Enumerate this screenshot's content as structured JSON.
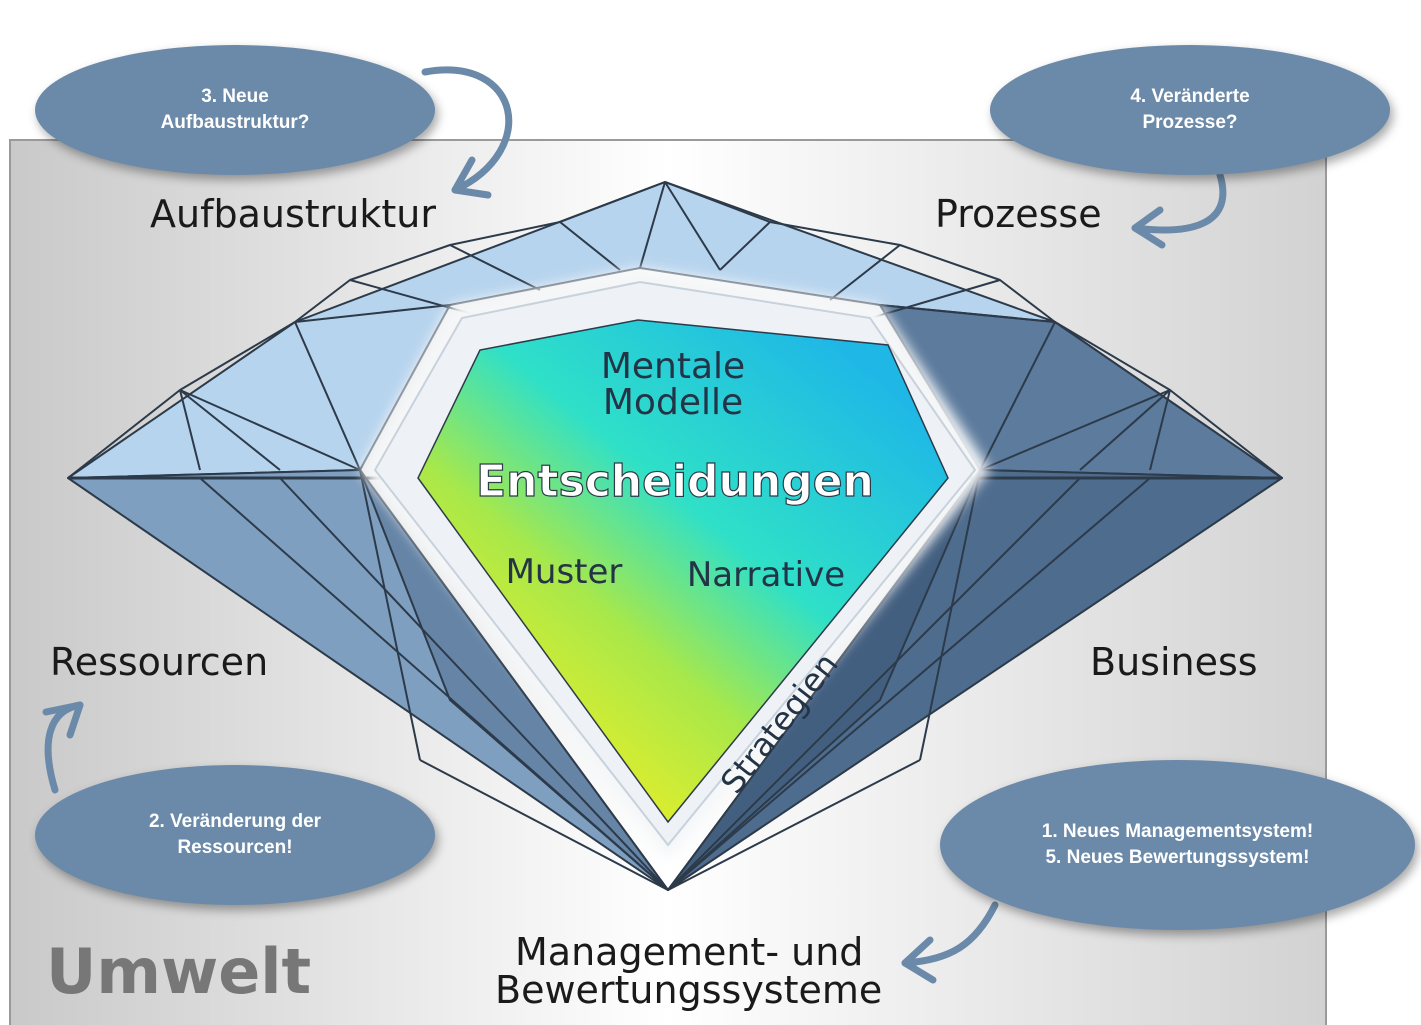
{
  "labels": {
    "top_left": "Aufbaustruktur",
    "top_right": "Prozesse",
    "mid_left": "Ressourcen",
    "mid_right": "Business",
    "bottom_line1": "Management- und",
    "bottom_line2": "Bewertungssysteme",
    "corner": "Umwelt"
  },
  "inner": {
    "mental_line1": "Mentale",
    "mental_line2": "Modelle",
    "decisions": "Entscheidungen",
    "patterns": "Muster",
    "narratives": "Narrative",
    "strategies": "Strategien"
  },
  "bubbles": {
    "b3_line1": "3. Neue",
    "b3_line2": "Aufbaustruktur?",
    "b4_line1": "4. Veränderte",
    "b4_line2": "Prozesse?",
    "b2_line1": "2. Veränderung der",
    "b2_line2": "Ressourcen!",
    "b1_line1": "1. Neues Managementsystem!",
    "b1_line2": "5. Neues Bewertungssystem!"
  },
  "colors": {
    "bubble": "#6b8aa9",
    "arrow": "#6b8aa9",
    "facet_light": "#b7d4ee",
    "facet_mid": "#7f9fc0",
    "facet_dark": "#4e6c8e",
    "outline": "#2c3a4a"
  }
}
